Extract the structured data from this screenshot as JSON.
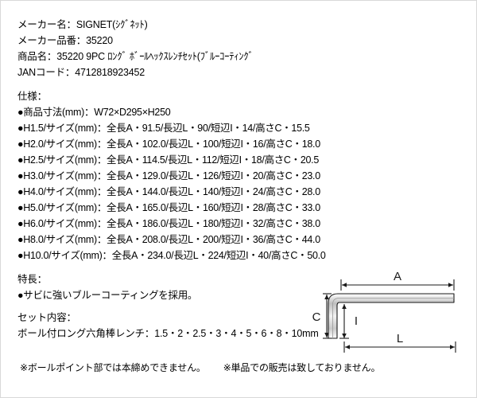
{
  "header": {
    "maker_label": "メーカー名：",
    "maker_value": "SIGNET(ｼｸﾞﾈｯﾄ)",
    "part_label": "メーカー品番：",
    "part_value": "35220",
    "product_label": "商品名：",
    "product_value": "35220 9PC ﾛﾝｸﾞ ﾎﾞｰﾙﾍｯｸｽﾚﾝﾁｾｯﾄ(ﾌﾞﾙｰｺｰﾃｨﾝｸﾞ",
    "jan_label": "JANコード：",
    "jan_value": "4712818923452"
  },
  "spec": {
    "heading": "仕様：",
    "product_dimension_label": "●商品寸法(mm)：",
    "product_dimension_value": "W72×D295×H250",
    "row_prefix": "●",
    "size_suffix": "/サイズ(mm)：",
    "label_a": "全長A",
    "label_l": "長辺L",
    "label_i": "短辺I",
    "label_c": "高さC",
    "separator": "・",
    "slash": "/",
    "rows": [
      {
        "size": "H1.5",
        "a": "91.5",
        "l": "90",
        "i": "14",
        "c": "15.5"
      },
      {
        "size": "H2.0",
        "a": "102.0",
        "l": "100",
        "i": "16",
        "c": "18.0"
      },
      {
        "size": "H2.5",
        "a": "114.5",
        "l": "112",
        "i": "18",
        "c": "20.5"
      },
      {
        "size": "H3.0",
        "a": "129.0",
        "l": "126",
        "i": "20",
        "c": "23.0"
      },
      {
        "size": "H4.0",
        "a": "144.0",
        "l": "140",
        "i": "24",
        "c": "28.0"
      },
      {
        "size": "H5.0",
        "a": "165.0",
        "l": "160",
        "i": "28",
        "c": "33.0"
      },
      {
        "size": "H6.0",
        "a": "186.0",
        "l": "180",
        "i": "32",
        "c": "38.0"
      },
      {
        "size": "H8.0",
        "a": "208.0",
        "l": "200",
        "i": "36",
        "c": "44.0"
      },
      {
        "size": "H10.0",
        "a": "234.0",
        "l": "224",
        "i": "40",
        "c": "50.0"
      }
    ]
  },
  "features": {
    "heading": "特長：",
    "item": "●サビに強いブルーコーティングを採用。"
  },
  "set_contents": {
    "heading": "セット内容：",
    "item": "ボール付ロング六角棒レンチ：1.5・2・2.5・3・4・5・6・8・10mm"
  },
  "notes": {
    "note1": "※ボールポイント部では本締めできません。",
    "note2": "※単品での販売は致しておりません。"
  },
  "diagram": {
    "label_a": "A",
    "label_c": "C",
    "label_i": "I",
    "label_l": "L"
  }
}
